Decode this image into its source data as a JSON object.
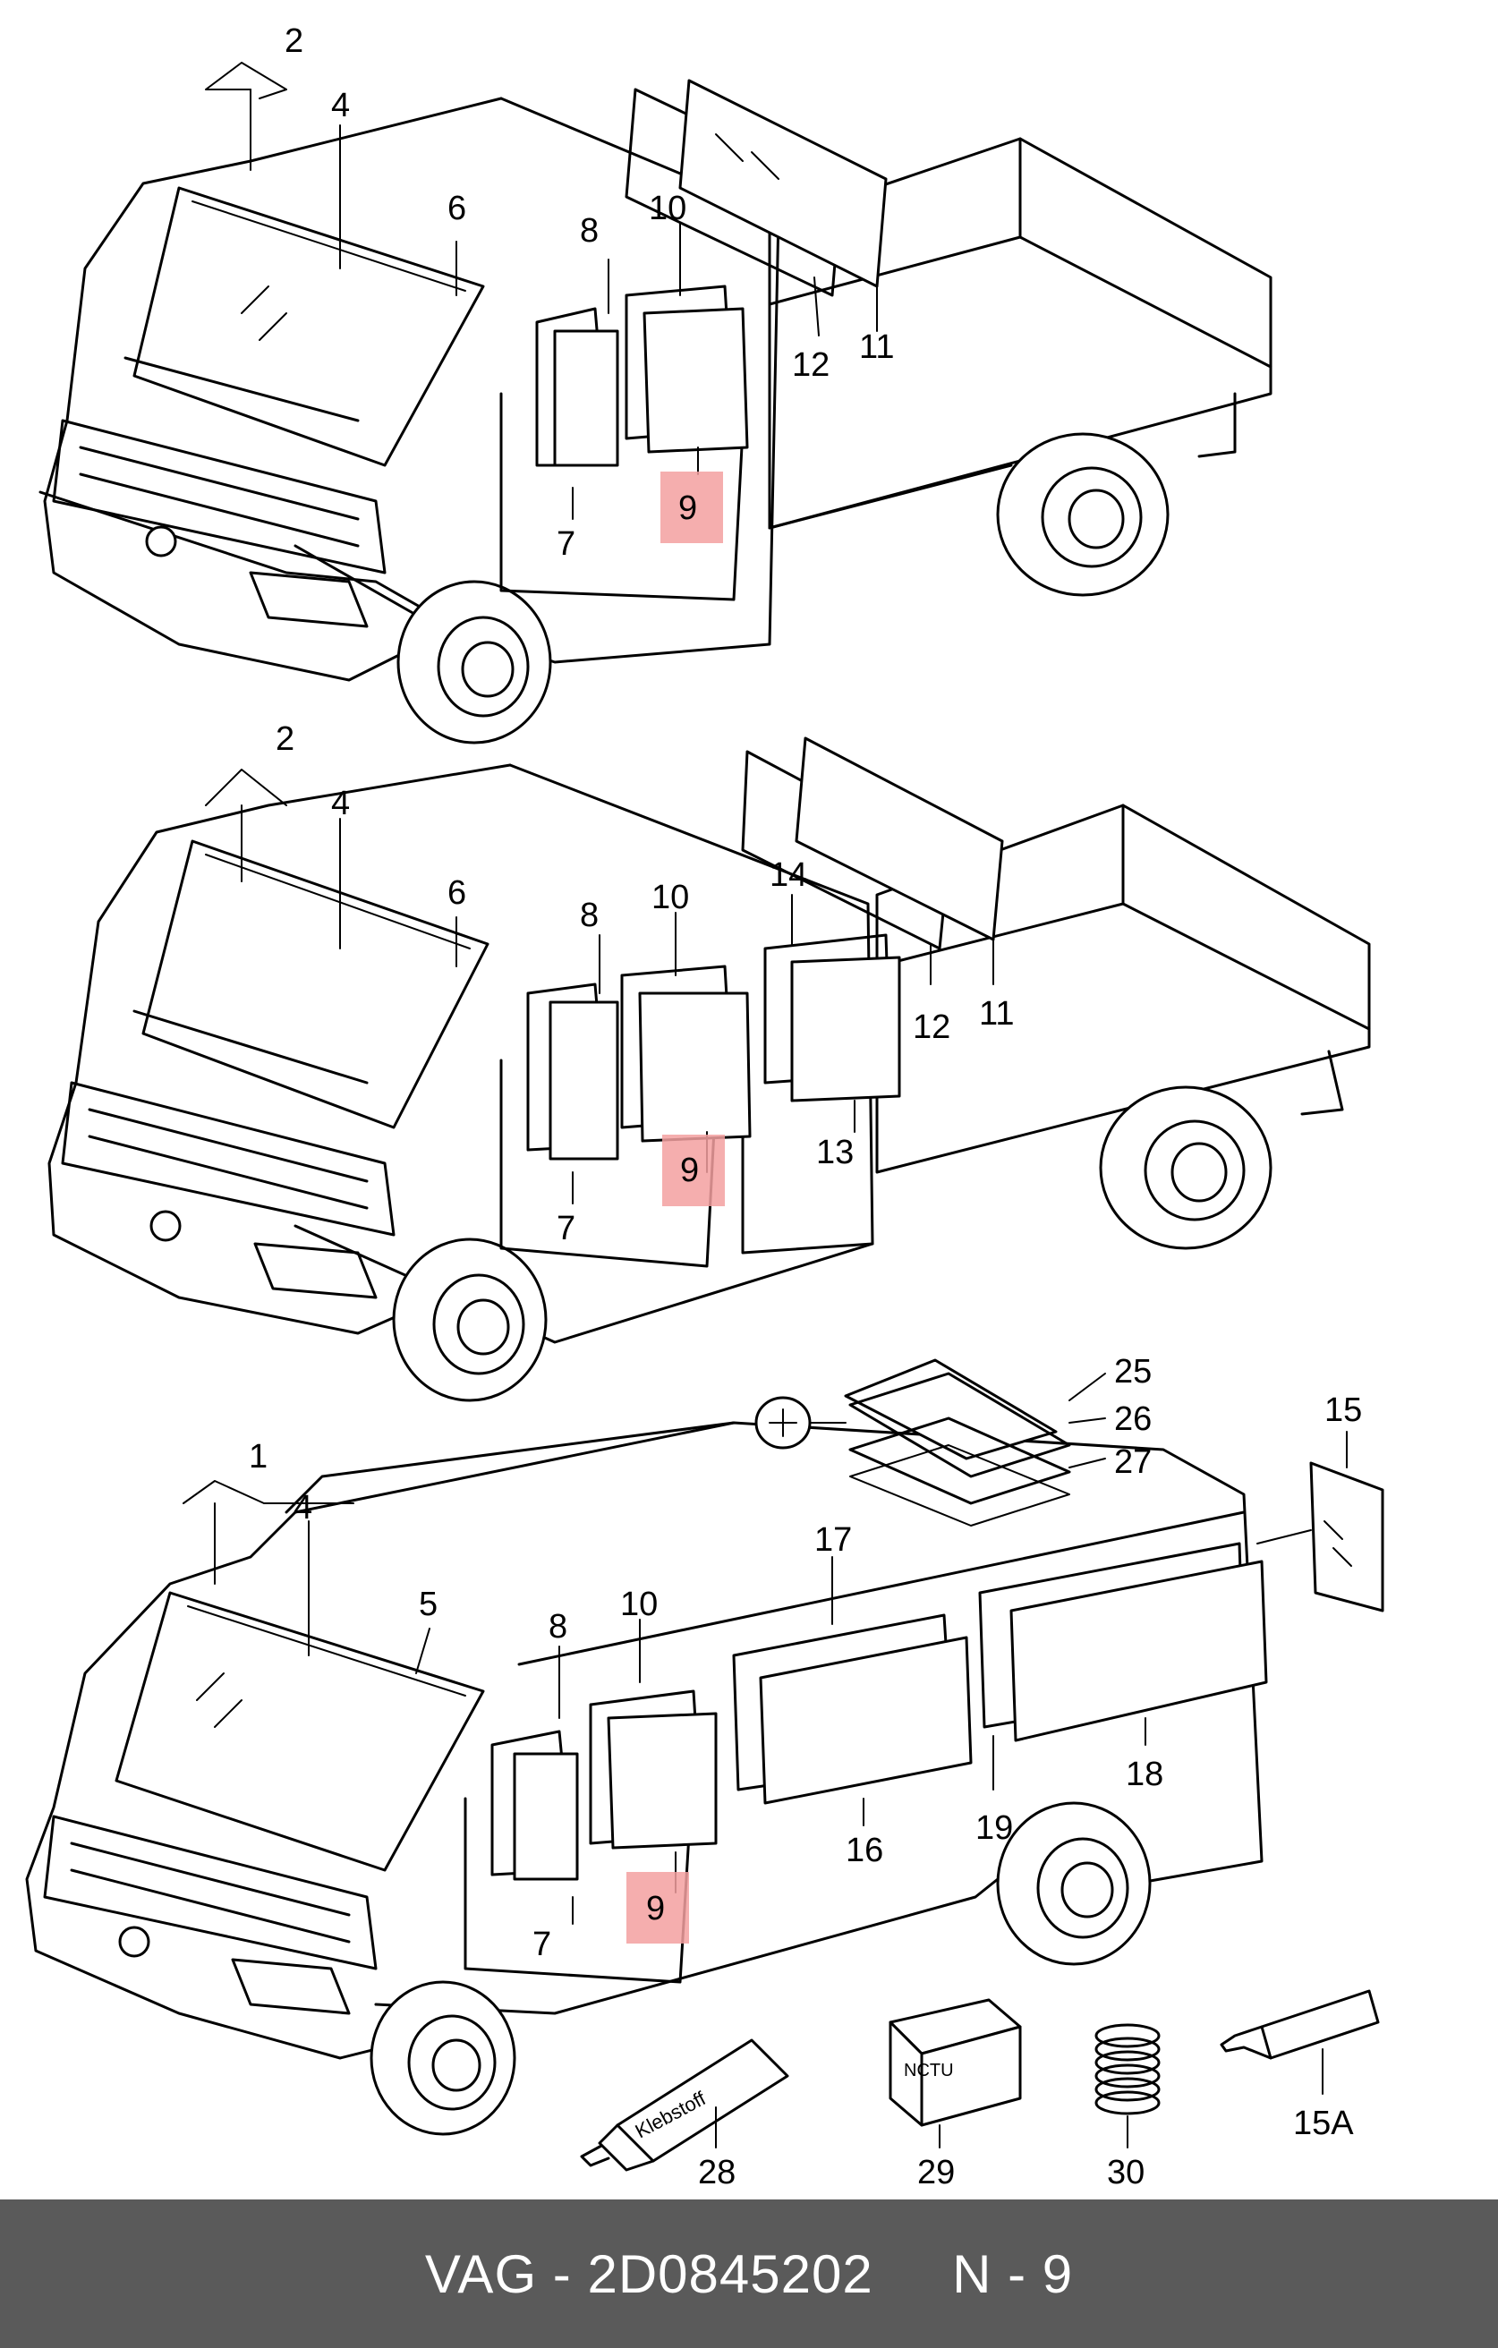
{
  "diagram": {
    "views": [
      {
        "labels": [
          "2",
          "4",
          "6",
          "8",
          "10",
          "12",
          "11",
          "9",
          "7"
        ]
      },
      {
        "labels": [
          "2",
          "4",
          "6",
          "8",
          "10",
          "14",
          "12",
          "11",
          "9",
          "7",
          "13"
        ]
      },
      {
        "labels": [
          "1",
          "4",
          "5",
          "8",
          "10",
          "17",
          "25",
          "26",
          "27",
          "15",
          "18",
          "19",
          "16",
          "9",
          "7"
        ]
      }
    ],
    "accessory_labels": [
      "28",
      "29",
      "30",
      "15A"
    ],
    "tube_text": "Klebstoff",
    "box_text": "NCTU",
    "highlighted_part": "9",
    "highlight_color": "#f3a0a0"
  },
  "footer": {
    "brand": "VAG",
    "part_number": "2D0845202",
    "position": "N - 9",
    "background": "#5a5a5a"
  }
}
